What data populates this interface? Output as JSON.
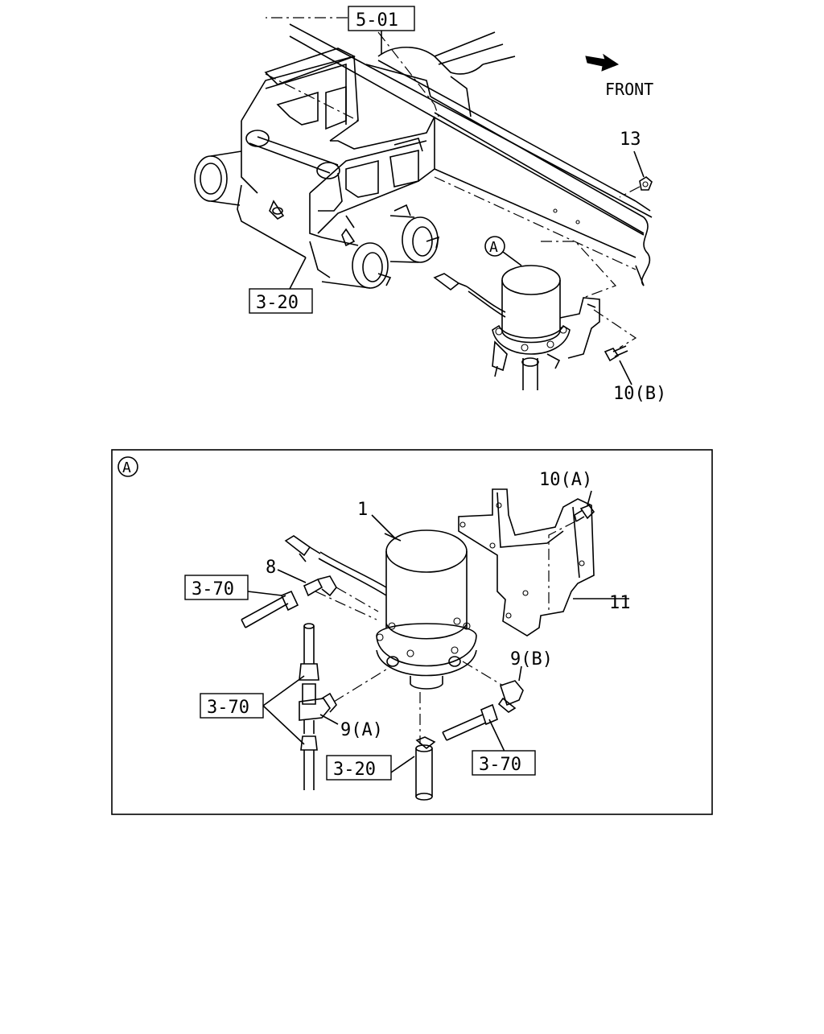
{
  "top_view": {
    "ref_5_01": "5-01",
    "front_label": "FRONT",
    "part_13": "13",
    "ref_3_20": "3-20",
    "callout_a": "A",
    "part_10b": "10(B)"
  },
  "detail_a": {
    "callout_a": "A",
    "part_1": "1",
    "part_8": "8",
    "part_10a": "10(A)",
    "part_11": "11",
    "part_9b": "9(B)",
    "part_9a": "9(A)",
    "ref_3_70_left": "3-70",
    "ref_3_70_mid": "3-70",
    "ref_3_70_right": "3-70",
    "ref_3_20": "3-20"
  },
  "icons": {
    "front_arrow": "arrow-right-down-icon"
  }
}
